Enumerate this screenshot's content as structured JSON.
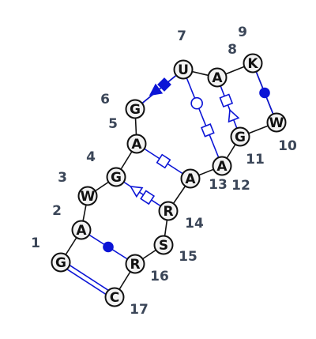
{
  "nodes": [
    {
      "id": 1,
      "letter": "G",
      "label": "1"
    },
    {
      "id": 2,
      "letter": "A",
      "label": "2"
    },
    {
      "id": 3,
      "letter": "W",
      "label": "3"
    },
    {
      "id": 4,
      "letter": "G",
      "label": "4"
    },
    {
      "id": 5,
      "letter": "A",
      "label": "5"
    },
    {
      "id": 6,
      "letter": "G",
      "label": "6"
    },
    {
      "id": 7,
      "letter": "U",
      "label": "7"
    },
    {
      "id": 8,
      "letter": "A",
      "label": "8"
    },
    {
      "id": 9,
      "letter": "K",
      "label": "9"
    },
    {
      "id": 10,
      "letter": "W",
      "label": "10"
    },
    {
      "id": 11,
      "letter": "G",
      "label": "11"
    },
    {
      "id": 12,
      "letter": "A",
      "label": "12"
    },
    {
      "id": 13,
      "letter": "A",
      "label": "13"
    },
    {
      "id": 14,
      "letter": "R",
      "label": "14"
    },
    {
      "id": 15,
      "letter": "S",
      "label": "15"
    },
    {
      "id": 16,
      "letter": "R",
      "label": "16"
    },
    {
      "id": 17,
      "letter": "C",
      "label": "17"
    }
  ],
  "backbone": [
    [
      1,
      2
    ],
    [
      2,
      3
    ],
    [
      3,
      4
    ],
    [
      4,
      5
    ],
    [
      5,
      6
    ],
    [
      6,
      7
    ],
    [
      7,
      8
    ],
    [
      8,
      9
    ],
    [
      9,
      10
    ],
    [
      10,
      11
    ],
    [
      11,
      12
    ],
    [
      12,
      13
    ],
    [
      13,
      14
    ],
    [
      14,
      15
    ],
    [
      15,
      16
    ],
    [
      16,
      17
    ]
  ],
  "pairs": [
    {
      "from": 1,
      "to": 17,
      "style": "double-line"
    },
    {
      "from": 2,
      "to": 16,
      "style": "filled-circle"
    },
    {
      "from": 4,
      "to": 14,
      "style": "open-triangle-square"
    },
    {
      "from": 5,
      "to": 13,
      "style": "open-square"
    },
    {
      "from": 6,
      "to": 7,
      "style": "filled-square-triangle"
    },
    {
      "from": 7,
      "to": 12,
      "style": "open-circle-square"
    },
    {
      "from": 8,
      "to": 11,
      "style": "open-square-triangle"
    },
    {
      "from": 9,
      "to": 10,
      "style": "filled-circle"
    }
  ],
  "colors": {
    "pair_line": "#0b14d6",
    "node_fill": "#f2f2f2",
    "node_stroke": "#111111",
    "label": "#3b4658"
  }
}
